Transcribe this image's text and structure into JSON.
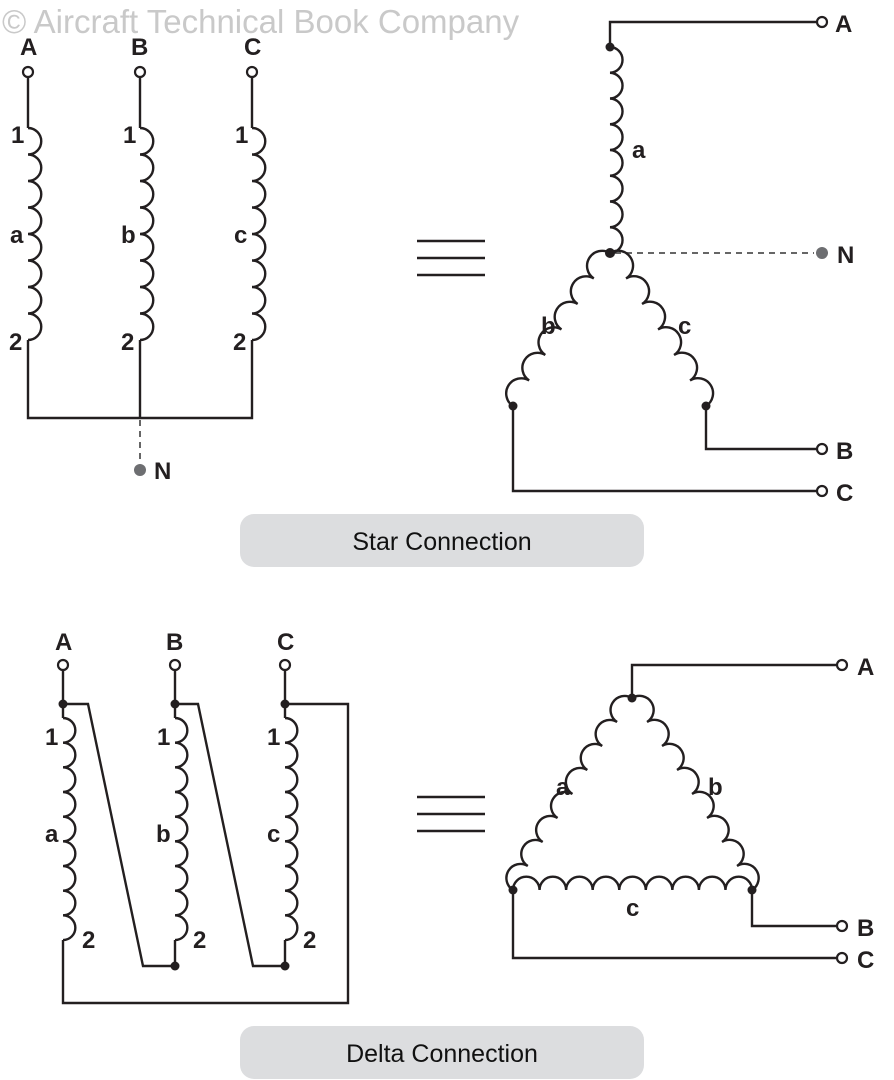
{
  "watermark": "© Aircraft Technical Book Company",
  "star": {
    "caption": "Star Connection",
    "phases": [
      "A",
      "B",
      "C"
    ],
    "windings": [
      "a",
      "b",
      "c"
    ],
    "terminal_start": "1",
    "terminal_end": "2",
    "neutral": "N"
  },
  "delta": {
    "caption": "Delta Connection",
    "phases": [
      "A",
      "B",
      "C"
    ],
    "windings": [
      "a",
      "b",
      "c"
    ],
    "terminal_start": "1",
    "terminal_end": "2"
  }
}
